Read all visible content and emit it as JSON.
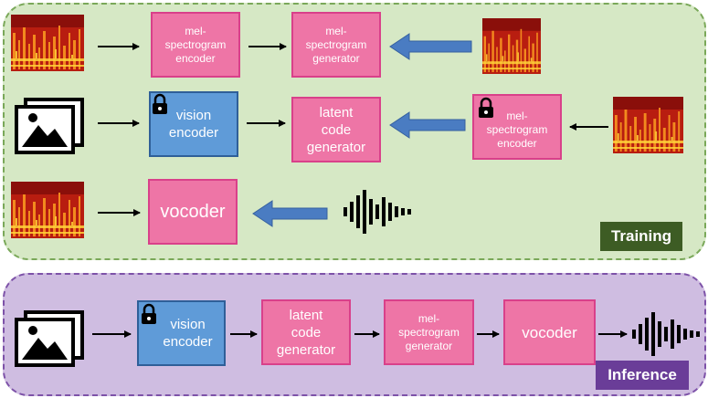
{
  "training": {
    "tag": "Training",
    "row1": {
      "encoder": "mel-\nspectrogram\nencoder",
      "generator": "mel-\nspectrogram\ngenerator"
    },
    "row2": {
      "vision": "vision\nencoder",
      "latent": "latent\ncode\ngenerator",
      "mel_encoder": "mel-\nspectrogram\nencoder"
    },
    "row3": {
      "vocoder": "vocoder"
    }
  },
  "inference": {
    "tag": "Inference",
    "vision": "vision\nencoder",
    "latent": "latent\ncode\ngenerator",
    "mel_generator": "mel-\nspectrogram\ngenerator",
    "vocoder": "vocoder"
  },
  "colors": {
    "training_bg": "#d6e8c5",
    "inference_bg": "#cfbde1",
    "module_pink": "#ee75a6",
    "vision_blue": "#5f9bd8",
    "flow_arrow": "#4a7cc2"
  },
  "icons": [
    "spectrogram-icon",
    "image-icon",
    "lock-icon",
    "waveform-icon"
  ]
}
